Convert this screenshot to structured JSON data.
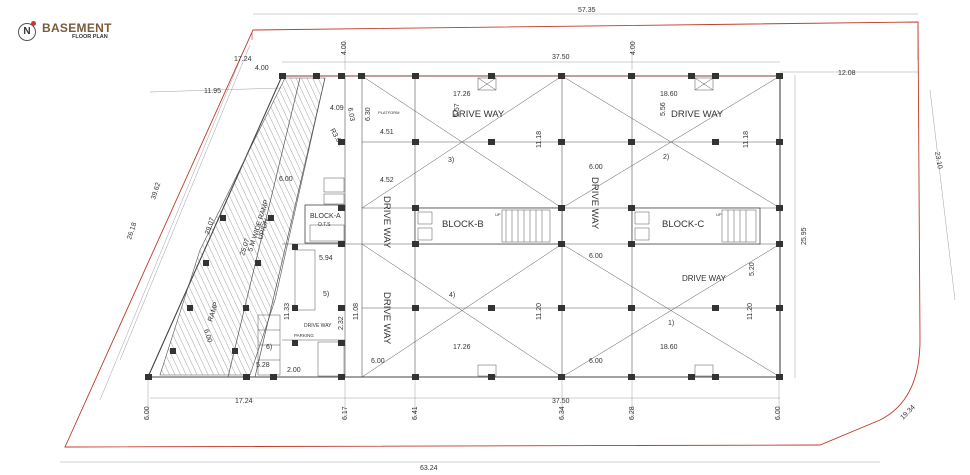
{
  "header": {
    "compass": "N",
    "title": "BASEMENT",
    "subtitle": "FLOOR PLAN"
  },
  "labels": {
    "driveway": "DRIVE WAY",
    "driveway_small": "DRIVE WAY",
    "block_a": "BLOCK-A",
    "block_b": "BLOCK-B",
    "block_c": "BLOCK-C",
    "ramp_wide": "5 M WIDE RAMP",
    "ramp_up": "UP/DN",
    "ramp": "RAMP",
    "platform": "PLATFORM",
    "parking": "PARKING",
    "up": "UP",
    "ots": "O.T.S",
    "n1": "1)",
    "n2": "2)",
    "n3": "3)",
    "n4": "4)",
    "n5": "5)",
    "n6": "6)"
  },
  "dims": {
    "d5735": "57.35",
    "d3750t": "37.50",
    "d3750b": "37.50",
    "d6324": "63.24",
    "d1724t": "17.24",
    "d1724b": "17.24",
    "d400a": "4.00",
    "d400b": "4.00",
    "d400c": "4.00",
    "d1208": "12.08",
    "d1195": "11.95",
    "d3962": "39.62",
    "d2618": "26.18",
    "d2907": "29.07",
    "d2507": "25.07",
    "d2310": "23.10",
    "d2595": "25.95",
    "d1934": "19.34",
    "d1726t": "17.26",
    "d1726b": "17.26",
    "d1860t": "18.60",
    "d1860b": "18.60",
    "d557": "5.57",
    "d556": "5.56",
    "d1118a": "11.18",
    "d1118b": "11.18",
    "d1120a": "11.20",
    "d1120b": "11.20",
    "d600a": "6.00",
    "d600b": "6.00",
    "d600c": "6.00",
    "d600d": "6.00",
    "d600e": "6.00",
    "d600f": "6.00",
    "d600g": "6.00",
    "d409": "4.09",
    "d630": "6.30",
    "d603": "6.03",
    "d451": "4.51",
    "d452": "4.52",
    "dR300": "R3.00",
    "d594": "5.94",
    "d1108": "11.08",
    "d1133": "11.33",
    "d232": "2.32",
    "d528": "5.28",
    "d200": "2.00",
    "d520": "5.20",
    "d617": "6.17",
    "d641": "6.41",
    "d634": "6.34",
    "d628": "6.28",
    "d600h": "6.00"
  }
}
